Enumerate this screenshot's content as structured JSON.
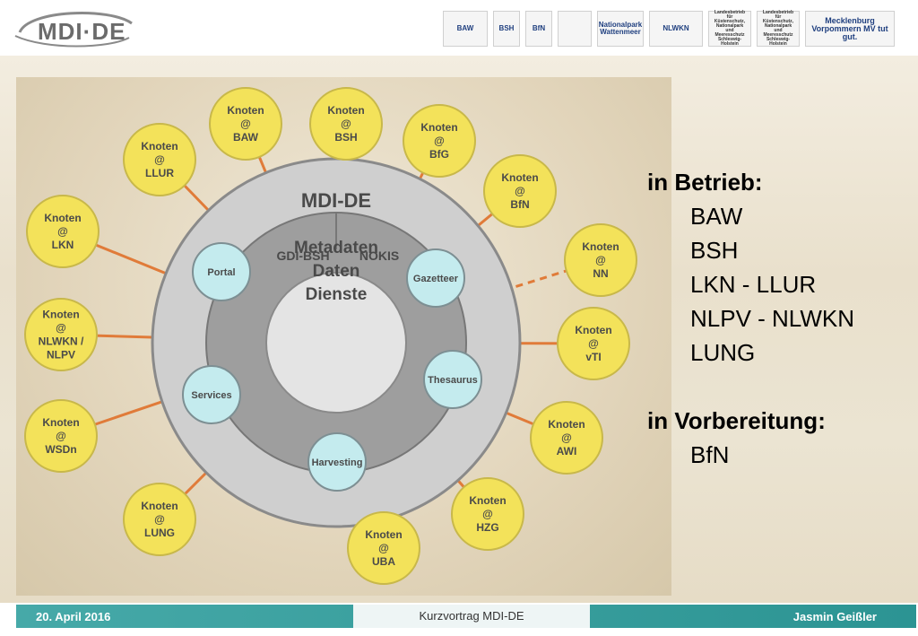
{
  "header": {
    "logo_text": "MDI·DE",
    "partner_logos": [
      {
        "name": "BAW",
        "label": "BAW"
      },
      {
        "name": "BSH",
        "label": "BSH"
      },
      {
        "name": "BfN",
        "label": "BfN"
      },
      {
        "name": "seal",
        "label": ""
      },
      {
        "name": "nationalpark",
        "label": "Nationalpark Wattenmeer"
      },
      {
        "name": "NLWKN",
        "label": "NLWKN"
      },
      {
        "name": "LKN",
        "label": "Landesbetrieb für Küstenschutz, Nationalpark und Meeresschutz Schleswig-Holstein"
      },
      {
        "name": "LLUR",
        "label": "Landesbetrieb für Küstenschutz, Nationalpark und Meeresschutz Schleswig-Holstein"
      },
      {
        "name": "MV",
        "label": "Mecklenburg Vorpommern MV tut gut."
      }
    ]
  },
  "diagram": {
    "title": "MDI-DE",
    "sector_left": "GDI-BSH",
    "sector_right": "NOKIS",
    "core_lines": [
      "Metadaten",
      "Daten",
      "Dienste"
    ],
    "inner_services": [
      "Portal",
      "Gazetteer",
      "Thesaurus",
      "Harvesting",
      "Services"
    ],
    "nodes": [
      {
        "lines": [
          "Knoten",
          "@",
          "BAW"
        ],
        "highlight": false
      },
      {
        "lines": [
          "Knoten",
          "@",
          "BSH"
        ],
        "highlight": false
      },
      {
        "lines": [
          "Knoten",
          "@",
          "BfG"
        ],
        "highlight": false
      },
      {
        "lines": [
          "Knoten",
          "@",
          "BfN"
        ],
        "highlight": false
      },
      {
        "lines": [
          "Knoten",
          "@",
          "NN"
        ],
        "highlight": true
      },
      {
        "lines": [
          "Knoten",
          "@",
          "vTI"
        ],
        "highlight": false
      },
      {
        "lines": [
          "Knoten",
          "@",
          "AWI"
        ],
        "highlight": false
      },
      {
        "lines": [
          "Knoten",
          "@",
          "HZG"
        ],
        "highlight": false
      },
      {
        "lines": [
          "Knoten",
          "@",
          "UBA"
        ],
        "highlight": false
      },
      {
        "lines": [
          "Knoten",
          "@",
          "LUNG"
        ],
        "highlight": false
      },
      {
        "lines": [
          "Knoten",
          "@",
          "WSDn"
        ],
        "highlight": false
      },
      {
        "lines": [
          "Knoten",
          "@",
          "NLWKN /",
          "NLPV"
        ],
        "highlight": false
      },
      {
        "lines": [
          "Knoten",
          "@",
          "LKN"
        ],
        "highlight": false
      },
      {
        "lines": [
          "Knoten",
          "@",
          "LLUR"
        ],
        "highlight": false
      }
    ],
    "colors": {
      "node_fill": "#f3e25a",
      "node_stroke": "#c8b84a",
      "connector": "#e07b39",
      "highlight_text": "#d8322c",
      "service_fill": "#c4ebee",
      "outer_ring": "#cfcfcf",
      "inner_ring": "#9e9e9e"
    }
  },
  "status": {
    "in_operation_heading": "in Betrieb:",
    "in_operation": [
      "BAW",
      "BSH",
      "LKN - LLUR",
      "NLPV - NLWKN",
      "LUNG"
    ],
    "in_preparation_heading": "in Vorbereitung:",
    "in_preparation": [
      "BfN"
    ]
  },
  "footer": {
    "date": "20. April 2016",
    "title": "Kurzvortrag MDI-DE",
    "author": "Jasmin Geißler"
  }
}
